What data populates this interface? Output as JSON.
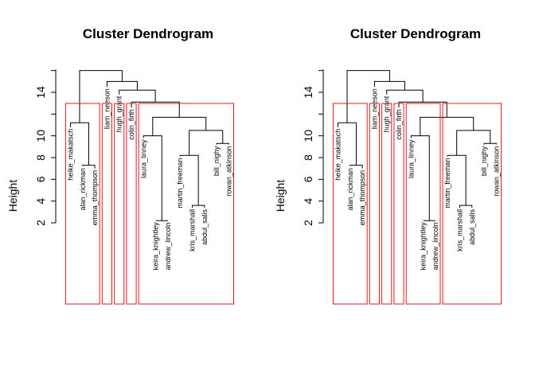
{
  "chart_data": [
    {
      "type": "dendrogram",
      "title": "Cluster Dendrogram",
      "ylabel": "Height",
      "yticks": [
        2,
        4,
        6,
        8,
        10,
        14
      ],
      "ylim": [
        1.5,
        16.2
      ],
      "leaves": [
        "heike_makatsch",
        "alan_rickman",
        "emma_thompson",
        "liam_neeson",
        "hugh_grant",
        "colin_firth",
        "laura_linney",
        "keira_knightley",
        "andrew_lincoln",
        "martin_freeman",
        "kris_marshall",
        "abdul_salis",
        "bill_nighy",
        "rowan_atkinson"
      ],
      "label_heights": [
        10.8,
        7.2,
        7.0,
        14.5,
        13.8,
        12.6,
        9.8,
        2.2,
        2.2,
        8.1,
        3.4,
        3.4,
        9.2,
        9.2
      ],
      "merges": [
        {
          "a": "alan_rickman",
          "b": "emma_thompson",
          "height": 7.3
        },
        {
          "a": "heike_makatsch",
          "b": 1,
          "height": 11.2
        },
        {
          "a": "keira_knightley",
          "b": "andrew_lincoln",
          "height": 2.2
        },
        {
          "a": "laura_linney",
          "b": 3,
          "height": 10.0
        },
        {
          "a": "kris_marshall",
          "b": "abdul_salis",
          "height": 3.6
        },
        {
          "a": "martin_freeman",
          "b": 5,
          "height": 8.2
        },
        {
          "a": "bill_nighy",
          "b": "rowan_atkinson",
          "height": 9.3
        },
        {
          "a": 6,
          "b": 7,
          "height": 10.5
        },
        {
          "a": 4,
          "b": 8,
          "height": 11.7
        },
        {
          "a": "colin_firth",
          "b": 9,
          "height": 13.1
        },
        {
          "a": "hugh_grant",
          "b": 10,
          "height": 14.2
        },
        {
          "a": "liam_neeson",
          "b": 11,
          "height": 15.0
        },
        {
          "a": 2,
          "b": 12,
          "height": 16.0
        }
      ],
      "clusters": [
        [
          "heike_makatsch",
          "alan_rickman",
          "emma_thompson"
        ],
        [
          "liam_neeson"
        ],
        [
          "hugh_grant"
        ],
        [
          "colin_firth"
        ],
        [
          "laura_linney",
          "keira_knightley",
          "andrew_lincoln",
          "martin_freeman",
          "kris_marshall",
          "abdul_salis",
          "bill_nighy",
          "rowan_atkinson"
        ]
      ],
      "cluster_color": "#e41a1c"
    },
    {
      "type": "dendrogram",
      "title": "Cluster Dendrogram",
      "ylabel": "Height",
      "yticks": [
        2,
        4,
        6,
        8,
        10,
        14
      ],
      "ylim": [
        1.5,
        16.2
      ],
      "leaves": [
        "heike_makatsch",
        "alan_rickman",
        "emma_thompson",
        "liam_neeson",
        "hugh_grant",
        "colin_firth",
        "laura_linney",
        "keira_knightley",
        "andrew_lincoln",
        "martin_freeman",
        "kris_marshall",
        "abdul_salis",
        "bill_nighy",
        "rowan_atkinson"
      ],
      "label_heights": [
        10.8,
        7.2,
        7.0,
        14.5,
        13.8,
        12.6,
        9.8,
        2.2,
        2.2,
        8.1,
        3.4,
        3.4,
        9.2,
        9.2
      ],
      "merges": [
        {
          "a": "alan_rickman",
          "b": "emma_thompson",
          "height": 7.3
        },
        {
          "a": "heike_makatsch",
          "b": 1,
          "height": 11.2
        },
        {
          "a": "keira_knightley",
          "b": "andrew_lincoln",
          "height": 2.2
        },
        {
          "a": "laura_linney",
          "b": 3,
          "height": 10.0
        },
        {
          "a": "kris_marshall",
          "b": "abdul_salis",
          "height": 3.6
        },
        {
          "a": "martin_freeman",
          "b": 5,
          "height": 8.2
        },
        {
          "a": "bill_nighy",
          "b": "rowan_atkinson",
          "height": 9.3
        },
        {
          "a": 6,
          "b": 7,
          "height": 10.5
        },
        {
          "a": 4,
          "b": 8,
          "height": 11.7
        },
        {
          "a": "colin_firth",
          "b": 9,
          "height": 13.1
        },
        {
          "a": "hugh_grant",
          "b": 10,
          "height": 14.2
        },
        {
          "a": "liam_neeson",
          "b": 11,
          "height": 15.0
        },
        {
          "a": 2,
          "b": 12,
          "height": 16.0
        }
      ],
      "clusters": [
        [
          "heike_makatsch",
          "alan_rickman",
          "emma_thompson"
        ],
        [
          "liam_neeson"
        ],
        [
          "hugh_grant"
        ],
        [
          "colin_firth"
        ],
        [
          "laura_linney",
          "keira_knightley",
          "andrew_lincoln"
        ],
        [
          "martin_freeman",
          "kris_marshall",
          "abdul_salis",
          "bill_nighy",
          "rowan_atkinson"
        ]
      ],
      "cluster_color": "#e41a1c"
    }
  ]
}
